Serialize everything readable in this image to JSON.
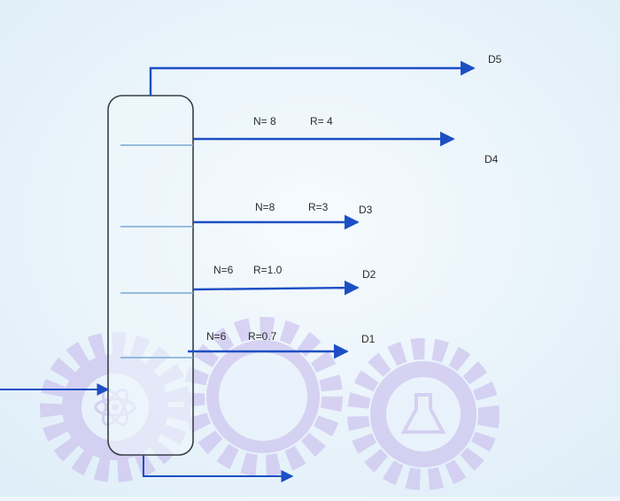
{
  "sections": [
    {
      "n_label": "N= 8",
      "r_label": "R= 4"
    },
    {
      "n_label": "N=8",
      "r_label": "R=3"
    },
    {
      "n_label": "N=6",
      "r_label": "R=1.0"
    },
    {
      "n_label": "N=6",
      "r_label": "R=0.7"
    }
  ],
  "products": [
    "D5",
    "D4",
    "D3",
    "D2",
    "D1"
  ],
  "colors": {
    "stream": "#1d4fc4",
    "column_outline": "#3a3f47",
    "section_line": "#7aa9d6",
    "watermark": "#c6b6ec",
    "background": "#eef6fb"
  },
  "icons": [
    "gear-atom-icon",
    "gear-blank-icon",
    "gear-flask-icon"
  ]
}
